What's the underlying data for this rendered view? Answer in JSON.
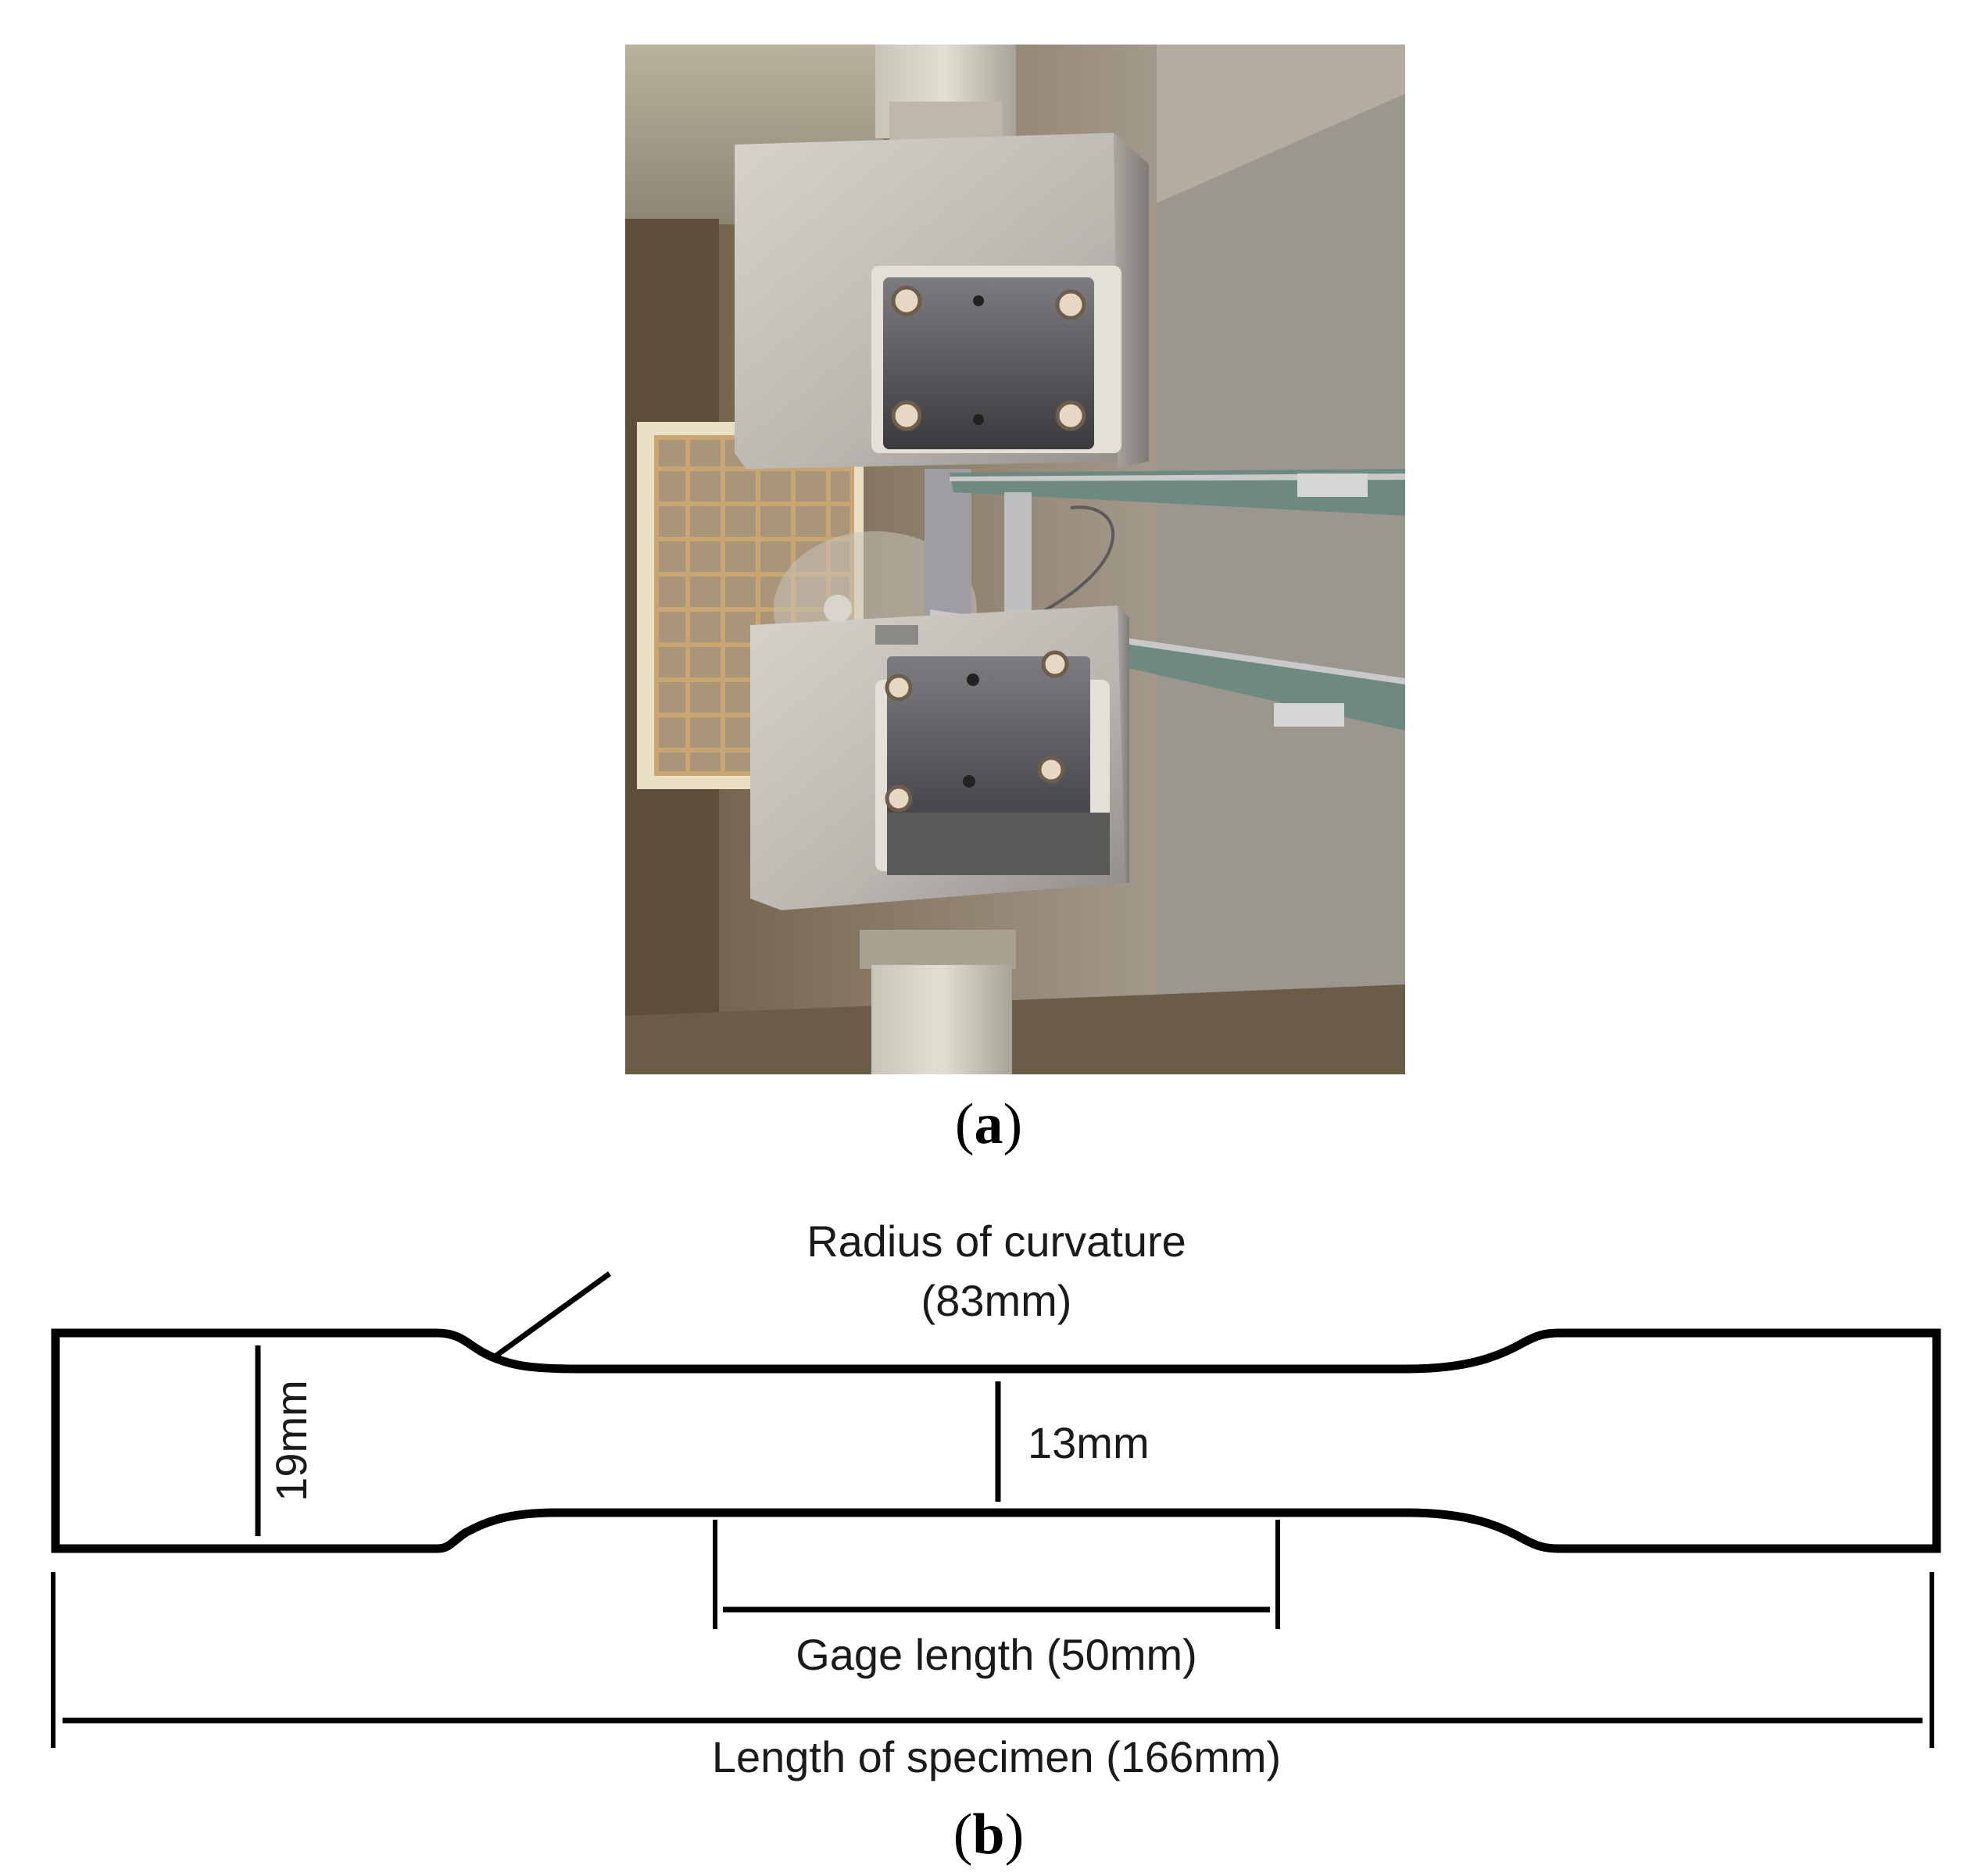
{
  "panel_a": {
    "caption_open": "(",
    "caption_letter": "a",
    "caption_close": ")"
  },
  "panel_b": {
    "caption_open": "(",
    "caption_letter": "b",
    "caption_close": ")",
    "radius_label_line1": "Radius of curvature",
    "radius_label_line2": "(83mm)",
    "width_label": "19mm",
    "gauge_width_label": "13mm",
    "gage_length_label": "Gage length (50mm)",
    "total_length_label": "Length of specimen (166mm)"
  }
}
